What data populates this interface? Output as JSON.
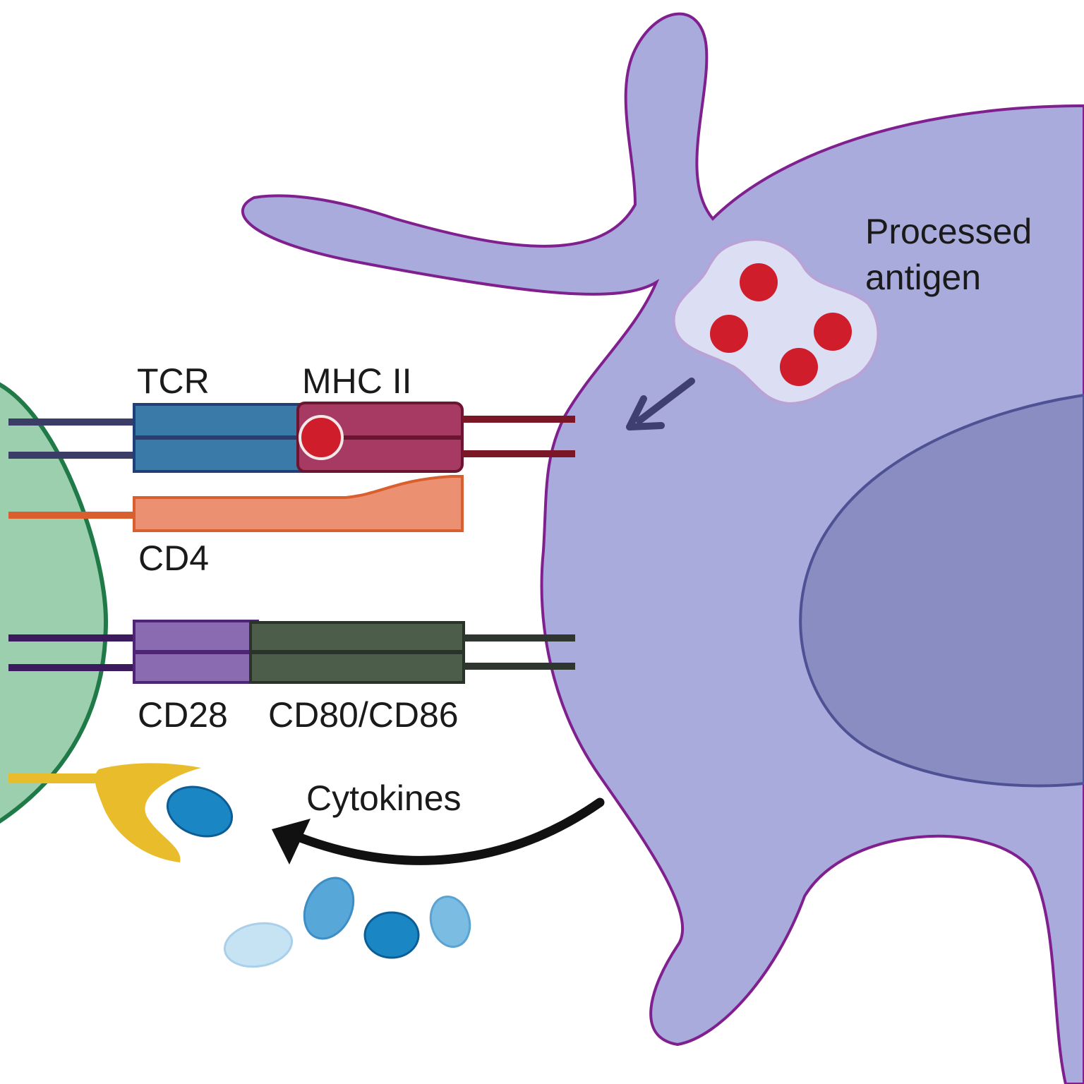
{
  "labels": {
    "processed_antigen_line1": "Processed",
    "processed_antigen_line2": "antigen",
    "tcr": "TCR",
    "mhc2": "MHC II",
    "cd4": "CD4",
    "cd28": "CD28",
    "cd80_cd86": "CD80/CD86",
    "cytokines": "Cytokines"
  },
  "colors": {
    "t_cell_fill": "#9ccfae",
    "t_cell_border": "#1f7a48",
    "apc_fill": "#a8abdb",
    "apc_border": "#80208f",
    "nucleus_fill": "#8a8dc2",
    "nucleus_border": "#4e5294",
    "vesicle_fill": "#dcdff4",
    "vesicle_border": "#b9a2d6",
    "antigen": "#cf1d2b",
    "tcr": "#3a7aa8",
    "tcr_stalk": "#3c3d66",
    "mhc2": "#a63a63",
    "mhc2_stalk": "#7a1626",
    "cd4": "#eb9070",
    "cd4_border": "#d9602e",
    "cd28": "#8a6ab0",
    "cd28_border": "#4e2474",
    "cd80_cd86": "#4c5e4a",
    "cd80_stalk": "#2f352f",
    "cytokine_receptor": "#e8bc2a",
    "cytokine_dark": "#1a86c4",
    "cytokine_mid": "#57a7d8",
    "cytokine_light": "#c6e3f4",
    "arrow_dark": "#111111",
    "arrow_blue": "#3f3f72"
  }
}
